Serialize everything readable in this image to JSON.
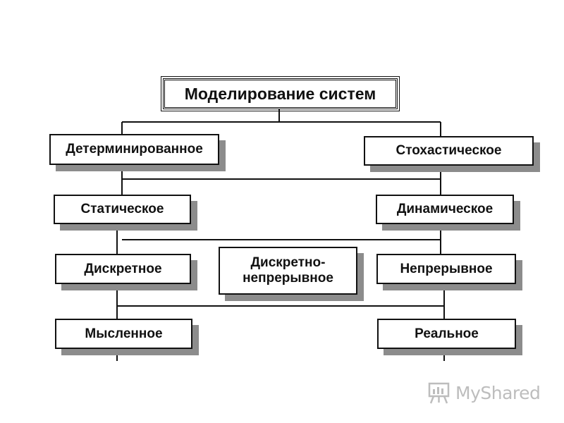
{
  "nodes": {
    "root": "Моделирование систем",
    "deterministic": "Детерминированное",
    "stochastic": "Стохастическое",
    "static": "Статическое",
    "dynamic": "Динамическое",
    "discrete": "Дискретное",
    "discrete_continuous": "Дискретно-\nнепрерывное",
    "continuous": "Непрерывное",
    "mental": "Мысленное",
    "real": "Реальное"
  },
  "watermark": {
    "text": "MyShared"
  },
  "colors": {
    "line": "#111111",
    "shadow": "#8c8c8c",
    "watermark": "#bdbdbd"
  }
}
